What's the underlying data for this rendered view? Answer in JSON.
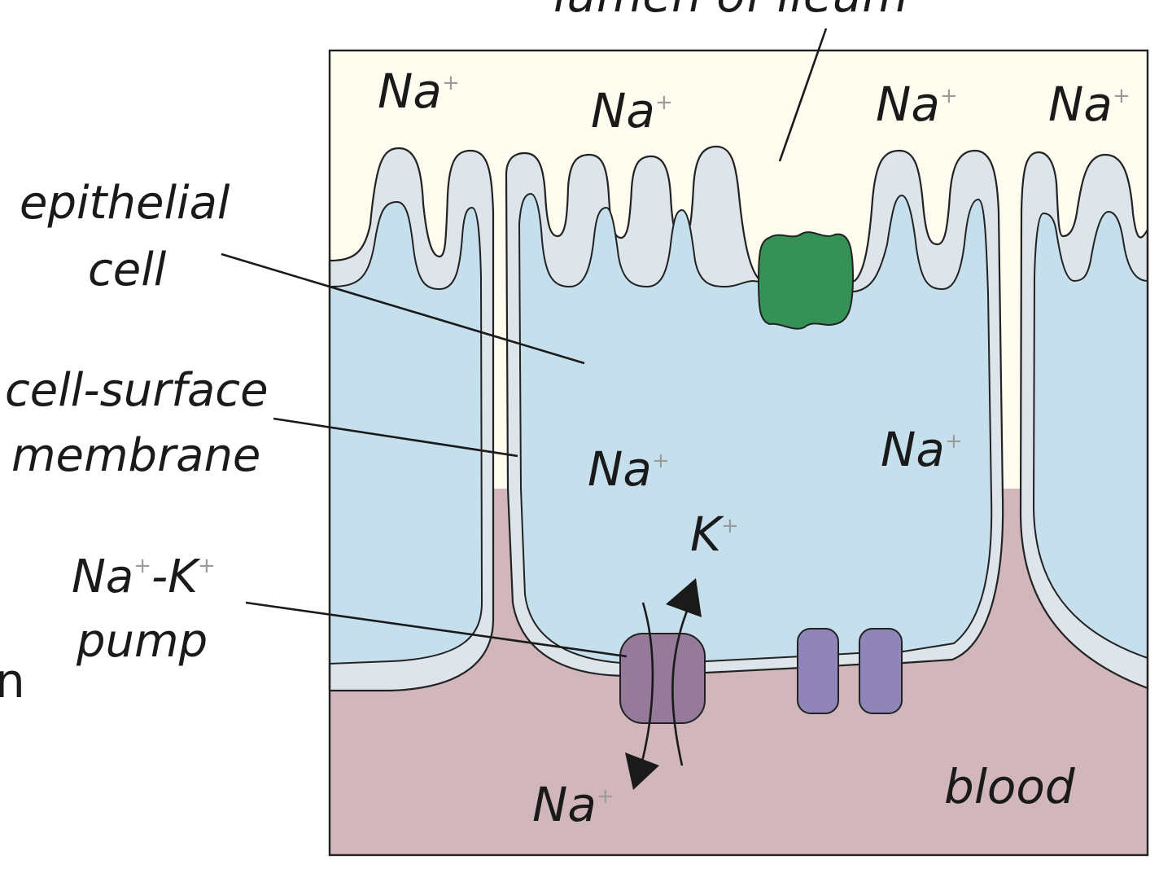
{
  "labels": {
    "lumen": "lumen of ileum",
    "epithelial_line1": "epithelial",
    "epithelial_line2": "cell",
    "membrane_line1": "cell-surface",
    "membrane_line2": "membrane",
    "pump_na": "Na",
    "pump_plus1": "+",
    "pump_dash_k": "-K",
    "pump_plus2": "+",
    "pump_line2": "pump",
    "blood": "blood",
    "edge_fragment": "n"
  },
  "ions": {
    "na": "Na",
    "k": "K",
    "plus": "+"
  },
  "colors": {
    "lumen": "#fdfcee",
    "cell": "#c5dfec",
    "membrane": "#dde5ea",
    "blood": "#d1b7bc",
    "co_transporter": "#369156",
    "pump": "#957a9a",
    "channel": "#8f85b8"
  }
}
